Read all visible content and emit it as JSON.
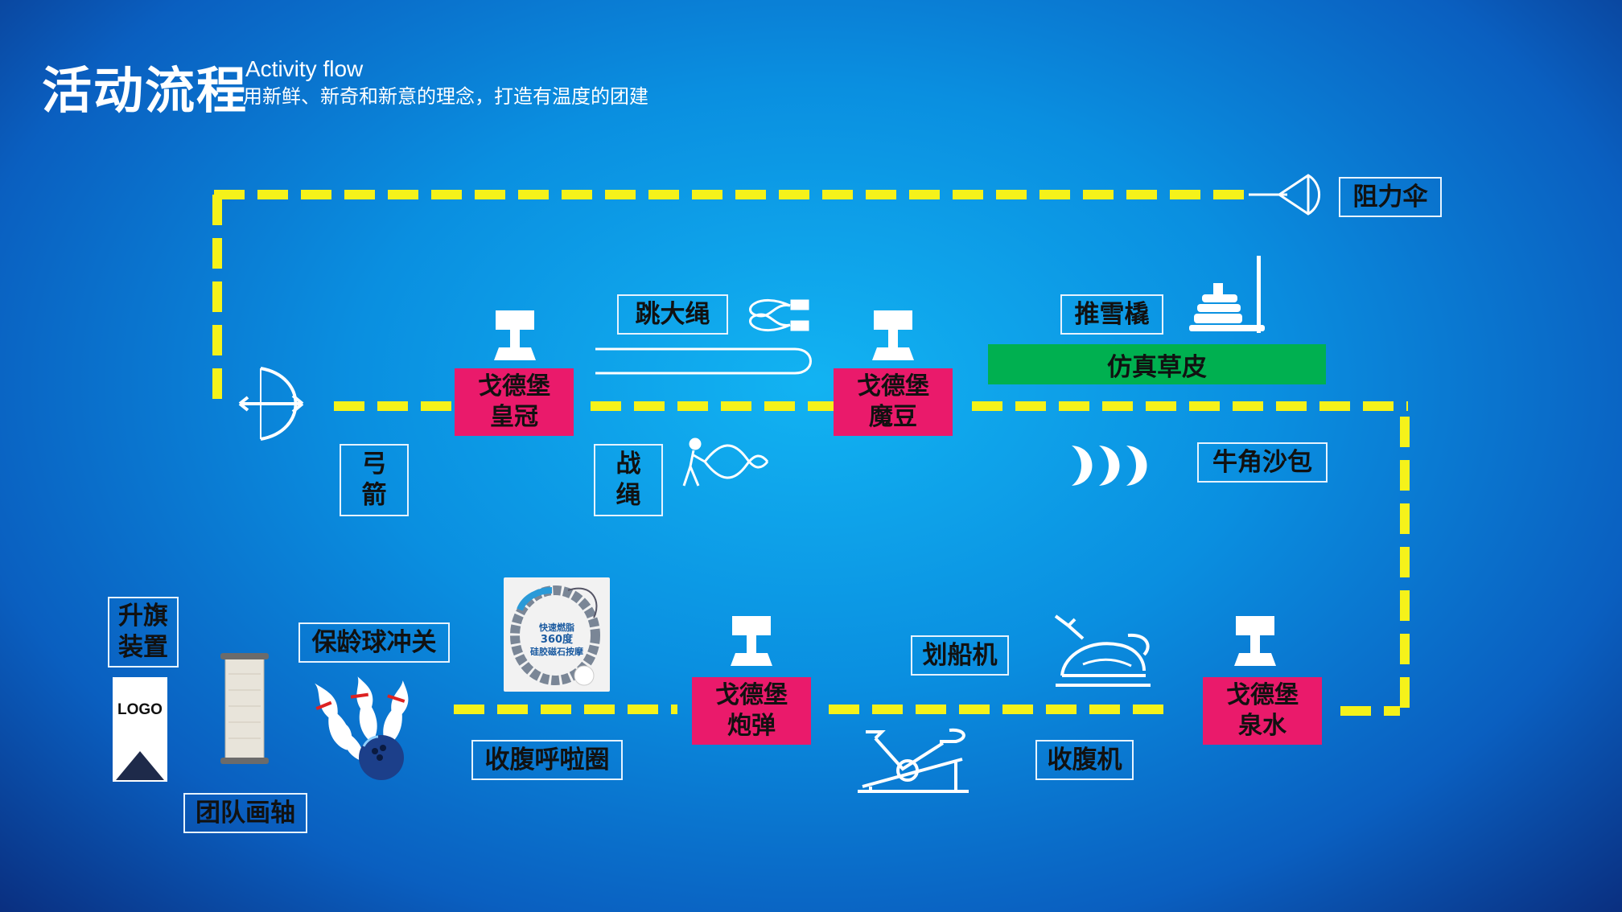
{
  "header": {
    "title": "活动流程",
    "subtitle_en": "Activity flow",
    "subtitle_cn": "用新鲜、新奇和新意的理念，打造有温度的团建"
  },
  "colors": {
    "path_dash": "#f5f21a",
    "castle_box": "#ea1a6b",
    "turf": "#00b050",
    "label_border": "#e6f3ff"
  },
  "stations": {
    "crown": [
      "戈德堡",
      "皇冠"
    ],
    "bean": [
      "戈德堡",
      "魔豆"
    ],
    "cannonball": [
      "戈德堡",
      "炮弹"
    ],
    "spring": [
      "戈德堡",
      "泉水"
    ]
  },
  "activities": {
    "parachute": "阻力伞",
    "jump_rope": "跳大绳",
    "snow_sled": "推雪橇",
    "turf": "仿真草皮",
    "bow": [
      "弓",
      "箭"
    ],
    "battle_rope": [
      "战",
      "绳"
    ],
    "sandbag": "牛角沙包",
    "flag": [
      "升旗",
      "装置"
    ],
    "bowling": "保龄球冲关",
    "rowing": "划船机",
    "hula": "收腹呼啦圈",
    "ab_machine": "收腹机",
    "team_scroll": "团队画轴"
  },
  "hula_card": {
    "lines": [
      "快速燃脂",
      "360度",
      "硅胶磁石按摩"
    ]
  },
  "logo_card": {
    "text": "LOGO"
  },
  "icons": {
    "castle_pedestal": "pedestal-icon",
    "parachute": "parachute-icon",
    "jump_rope": "jump-rope-icon",
    "sled": "sled-icon",
    "bow": "bow-arrow-icon",
    "battle_rope": "battle-rope-icon",
    "sandbag": "sandbag-icon",
    "rowing": "rowing-machine-icon",
    "spin_bike": "spin-bike-icon",
    "bowling": "bowling-icon",
    "scroll": "scroll-icon",
    "flag_logo": "logo-flag-icon"
  }
}
